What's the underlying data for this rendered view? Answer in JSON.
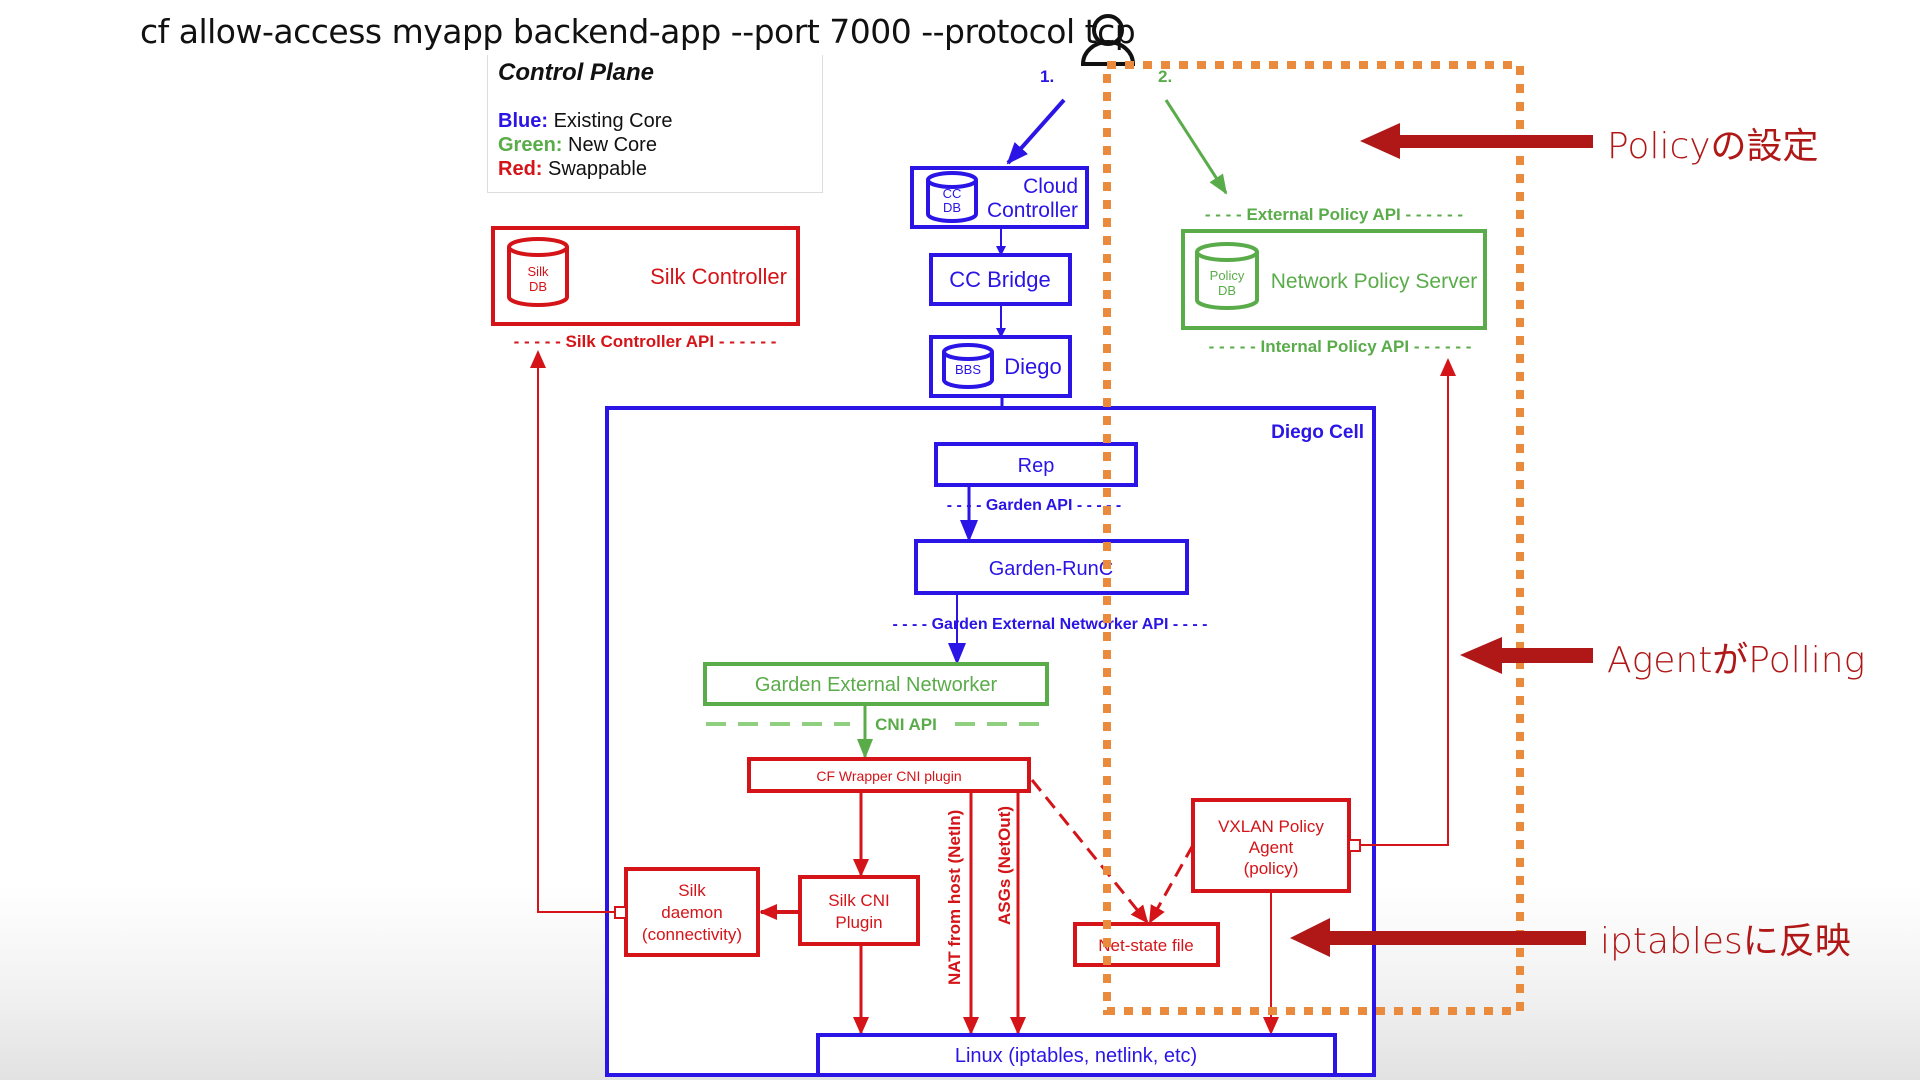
{
  "command": "cf allow-access myapp backend-app --port 7000 --protocol tcp",
  "colors": {
    "blue": "#2a14e6",
    "green": "#5aac4a",
    "red": "#d41418",
    "orange": "#ea8a3c",
    "annotation_red": "#b01818"
  },
  "legend": {
    "title": "Control Plane",
    "items": [
      {
        "key": "Blue:",
        "value": "Existing Core",
        "color": "#2a14e6"
      },
      {
        "key": "Green:",
        "value": "New Core",
        "color": "#5aac4a"
      },
      {
        "key": "Red:",
        "value": "Swappable",
        "color": "#d41418"
      }
    ]
  },
  "steps": {
    "step1": "1.",
    "step2": "2."
  },
  "components": {
    "cloud_controller": {
      "db": [
        "CC",
        "DB"
      ],
      "label": [
        "Cloud",
        "Controller"
      ]
    },
    "cc_bridge": "CC Bridge",
    "diego": {
      "db": "BBS",
      "label": "Diego"
    },
    "silk_controller": {
      "db": [
        "Silk",
        "DB"
      ],
      "label": "Silk Controller",
      "api": "- - - - - Silk Controller API - - - - - -"
    },
    "network_policy_server": {
      "db": [
        "Policy",
        "DB"
      ],
      "label": "Network Policy Server",
      "external_api": "- - - - External Policy API - - - - - -",
      "internal_api": "- - - - - Internal Policy API - - - - - -"
    },
    "diego_cell": "Diego Cell",
    "rep": "Rep",
    "garden_api": "- - - - Garden API - - - - -",
    "garden_runc": "Garden-RunC",
    "garden_ext_api": "- - - - Garden External Networker API  - - - -",
    "garden_external_networker": "Garden External Networker",
    "cni_api": "CNI API",
    "cf_wrapper": "CF Wrapper CNI plugin",
    "silk_daemon": [
      "Silk",
      "daemon",
      "(connectivity)"
    ],
    "silk_cni": [
      "Silk CNI",
      "Plugin"
    ],
    "nat_label": "NAT from host (NetIn)",
    "asgs_label": "ASGs (NetOut)",
    "net_state": "Net-state file",
    "vxlan_agent": [
      "VXLAN Policy",
      "Agent",
      "(policy)"
    ],
    "linux": "Linux (iptables, netlink, etc)"
  },
  "annotations": {
    "policy_setting": "Policyの設定",
    "agent_polling": "AgentがPolling",
    "iptables_reflect": "iptablesに反映"
  }
}
